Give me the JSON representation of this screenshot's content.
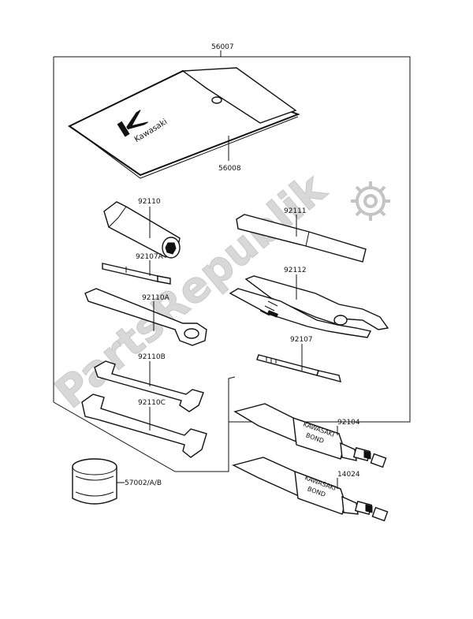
{
  "watermark": "PartsRepublik",
  "brand": {
    "logo_text": "Kawasaki",
    "tube_text_1": "KAWASAKI",
    "tube_text_2": "BOND"
  },
  "parts": {
    "kit": "56007",
    "bag": "56008",
    "socket": "92110",
    "screwdriver_bit": "92107A",
    "box_wrench": "92110A",
    "wrench_b": "92110B",
    "wrench_c": "92110C",
    "handle": "92111",
    "pliers": "92112",
    "screwdriver": "92107",
    "bond_tube_1": "92104",
    "bond_tube_2": "14024",
    "can": "57002/A/B"
  },
  "icons": {
    "gear": "gear-icon"
  }
}
